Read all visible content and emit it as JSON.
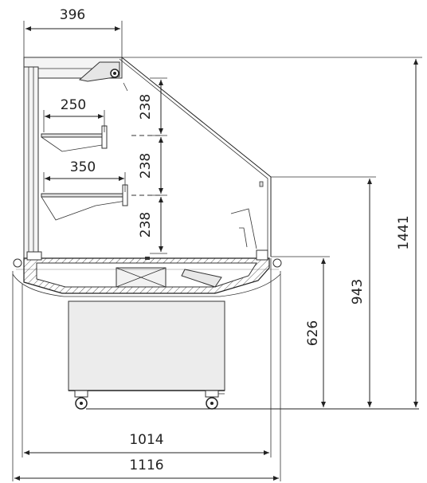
{
  "drawing": {
    "dimensions": {
      "top_depth": "396",
      "shelf1_depth": "250",
      "shelf2_depth": "350",
      "shelf_spacing_1": "238",
      "shelf_spacing_2": "238",
      "shelf_spacing_3": "238",
      "total_height": "1441",
      "front_glass_height": "943",
      "worktop_height": "626",
      "inner_width": "1014",
      "total_width": "1116"
    }
  }
}
